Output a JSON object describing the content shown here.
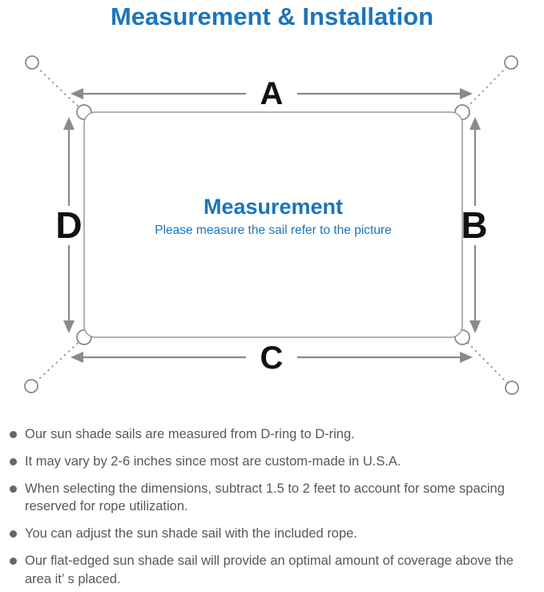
{
  "page": {
    "title": "Measurement & Installation"
  },
  "diagram": {
    "center_title": "Measurement",
    "center_subtitle": "Please measure the sail refer to the picture",
    "dimension_labels": {
      "top": "A",
      "right": "B",
      "bottom": "C",
      "left": "D"
    }
  },
  "notes": {
    "items": [
      "Our sun shade sails are measured from D-ring to D-ring.",
      "It may vary by 2-6 inches since most are custom-made in U.S.A.",
      "When selecting the dimensions, subtract 1.5 to 2 feet to account for some spacing reserved for rope utilization.",
      "You can adjust the sun shade sail with the included rope.",
      "Our flat-edged sun shade sail will provide an optimal amount of coverage above the area it’ s placed."
    ]
  },
  "colors": {
    "accent_blue": "#1b75bc",
    "line_gray": "#8a8a8a",
    "outline_gray": "#9a9a9a",
    "text_gray": "#585858",
    "label_black": "#121212"
  }
}
